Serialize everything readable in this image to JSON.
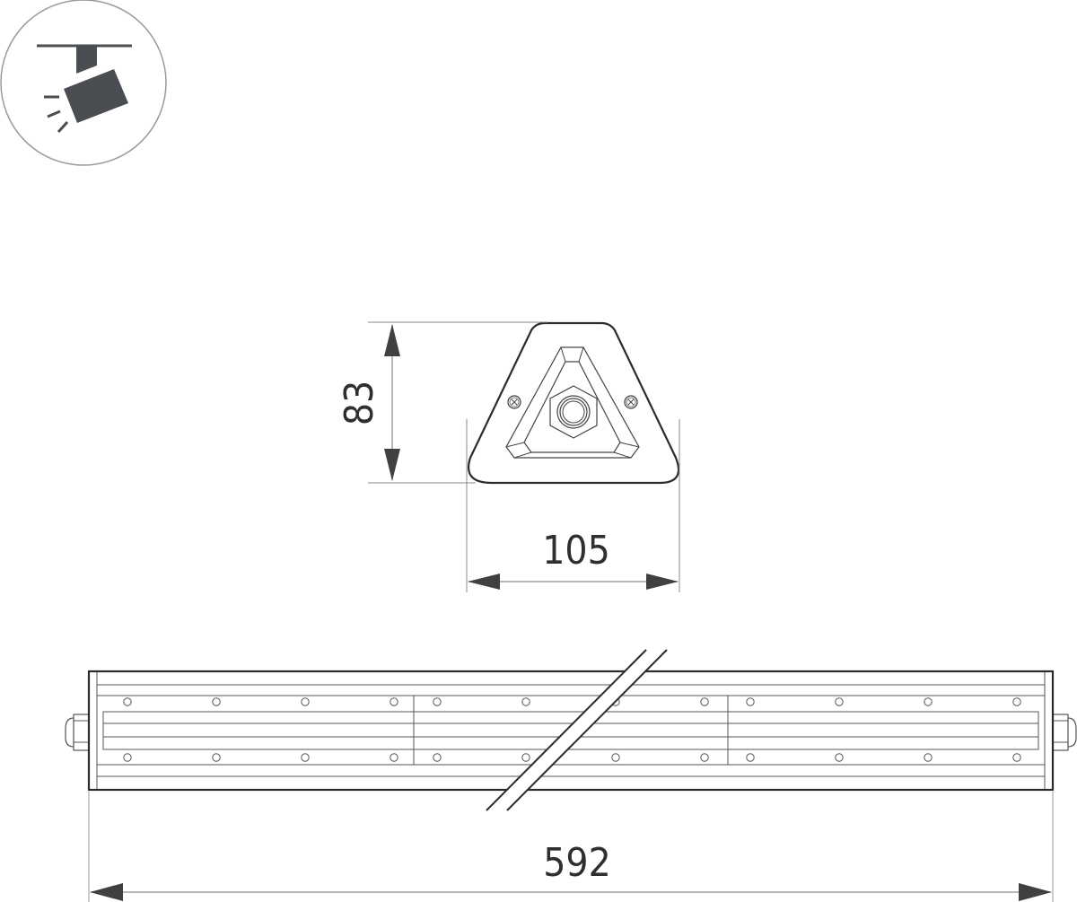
{
  "diagram": {
    "type": "technical-dimension-drawing",
    "subject": "linear track-mount lamp (triangular profile)",
    "units": "mm",
    "colors": {
      "line": "#2b2b2b",
      "thin_line": "#555555",
      "dim_line": "#8a8a8a",
      "arrow": "#404040",
      "icon_fill": "#4a4d52",
      "icon_circle": "#9a9a9a",
      "background": "#ffffff"
    }
  },
  "mount_icon": {
    "name": "track-spotlight-icon",
    "description": "Track-mounted spotlight in a circle"
  },
  "end_view": {
    "name": "profile-end-view",
    "height_label": "83",
    "width_label": "105"
  },
  "side_view": {
    "name": "side-view",
    "length_label": "592",
    "break_mark": true,
    "holes_per_row": 12,
    "sections": 3
  }
}
